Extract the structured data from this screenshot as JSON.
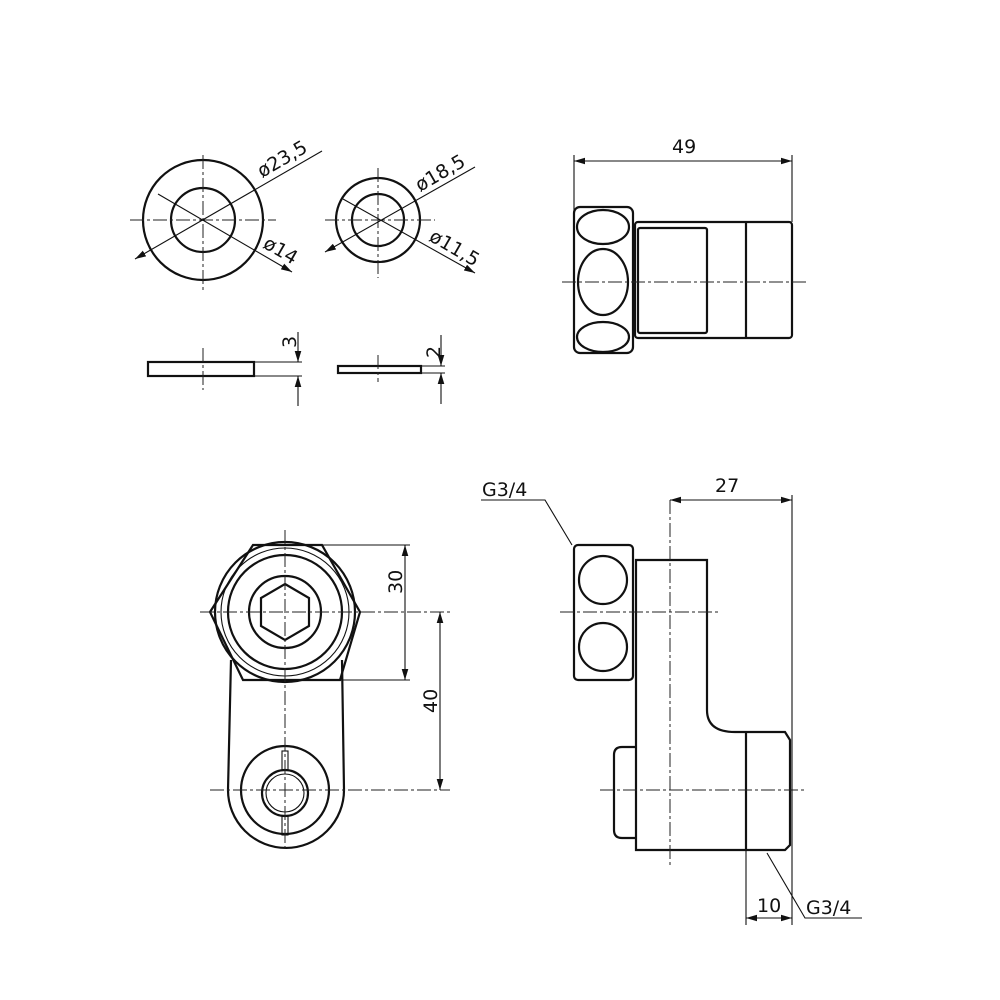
{
  "washer_large": {
    "outer_diameter": "ø23,5",
    "inner_diameter": "ø14",
    "thickness": "3"
  },
  "washer_small": {
    "outer_diameter": "ø18,5",
    "inner_diameter": "ø11,5",
    "thickness": "2"
  },
  "top_view": {
    "length": "49"
  },
  "front_view": {
    "hex_height": "30",
    "center_distance": "40"
  },
  "side_view": {
    "thread_top": "G3/4",
    "offset": "27",
    "thread_length": "10",
    "thread_bottom": "G3/4"
  }
}
